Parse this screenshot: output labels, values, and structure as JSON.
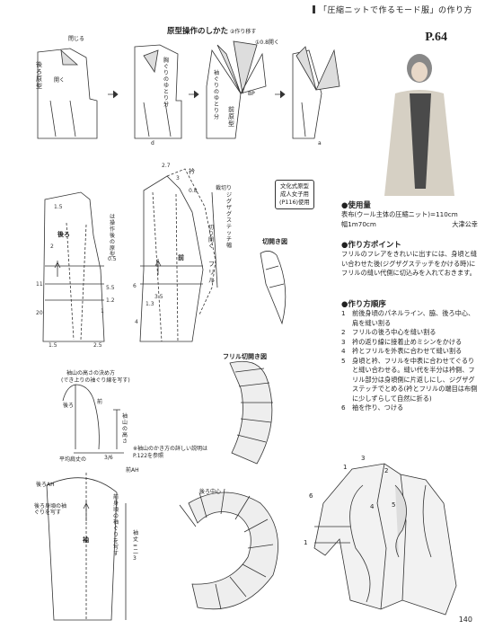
{
  "header": {
    "title": "「圧縮ニットで作るモード服」の作り方",
    "page_tag": "P.64"
  },
  "pattern_ops": {
    "title": "原型操作のしかた",
    "note1": "②作り移す",
    "note2": "①0.8開く",
    "close": "閉じる",
    "open": "開く",
    "back_bodice": "後ろ原型",
    "front_bodice": "前原型",
    "chest_ease": "胸ぐりのゆとり分",
    "arm_ease": "袖ぐりのゆとり分",
    "bp": "BP",
    "d": "d",
    "a": "a"
  },
  "draft": {
    "back": "後ろ",
    "front": "前",
    "frill": "フリル",
    "collar": "衿",
    "back_center": "後ろ中心",
    "cut_open": "切り開く",
    "line_note": "は操作後の原型",
    "zigzag": "ジグザグステッチ幅",
    "ribbon": "裁切り",
    "dims": [
      "1.5",
      "2",
      "5.5",
      "20",
      "11",
      "1.2",
      "1",
      "1.5",
      "2.5",
      "0.5",
      "6",
      "2.7",
      "3",
      "0.8",
      "3.5",
      "4",
      "1.3"
    ]
  },
  "badge": {
    "line1": "文化式原型",
    "line2": "成人女子用",
    "line3": "(P116)使用"
  },
  "cut_fig_title": "切開き図",
  "frill_fig_title": "フリル切開き図",
  "sleeve_cap": {
    "title1": "袖山の高さの決め方",
    "title2": "(でき上りの袖ぐり線を写す)",
    "label_back": "後ろ",
    "label_front": "前",
    "sleeve_cap_height": "袖山の高さ",
    "avg_shoulder": "平均肩丈の",
    "fraction": "3/6",
    "note": "※袖山のかき方の詳しい説明はP.122を参照"
  },
  "sleeve": {
    "sleeve": "袖",
    "back_ah": "後ろAH",
    "front_ah": "前AH",
    "back_note": "後ろ身頃の袖ぐりを写す",
    "front_note": "前身頃の袖ぐりを写す",
    "sleeve_length": "袖丈=二3"
  },
  "materials": {
    "heading": "●使用量",
    "line1": "表布(ウール主体の圧縮ニット)=110cm",
    "line2": "幅1m70cm",
    "author": "大津公幸"
  },
  "points": {
    "heading": "●作り方ポイント",
    "body": "フリルのフレアをきれいに出すには、身頃と縫い合わせた後(ジグザグステッチをかける時)にフリルの縫い代側に切込みを入れておきます。"
  },
  "steps": {
    "heading": "●作り方順序",
    "items": [
      {
        "n": "1",
        "text": "前後身頃のパネルライン、脇、後ろ中心、肩を縫い割る"
      },
      {
        "n": "2",
        "text": "フリルの後ろ中心を縫い割る"
      },
      {
        "n": "3",
        "text": "衿の返り線に接着止めミシンをかける"
      },
      {
        "n": "4",
        "text": "衿とフリルを外表に合わせて縫い割る"
      },
      {
        "n": "5",
        "text": "身頃と衿、フリルを中表に合わせてぐるりと縫い合わせる。縫い代を半分は衿側、フリル部分は身頃側に片返しにし、ジグザグステッチでとめる(衿とフリルの端目は布側に少しずらして自然に折る)"
      },
      {
        "n": "6",
        "text": "袖を作り、つける"
      }
    ]
  },
  "illustration_numbers": [
    "1",
    "2",
    "3",
    "4",
    "5",
    "6",
    "1"
  ],
  "footer": {
    "page": "140"
  }
}
